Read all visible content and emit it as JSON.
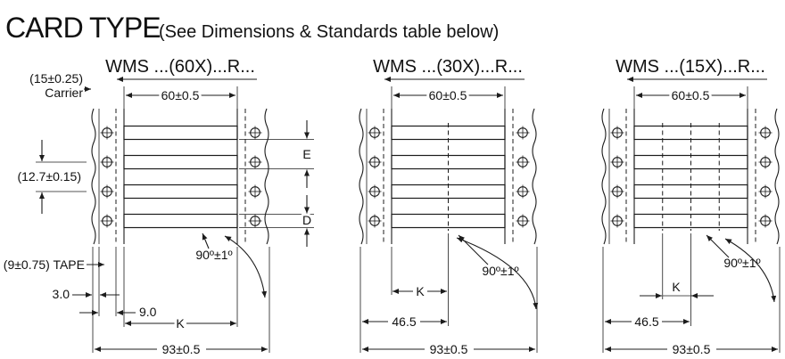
{
  "title": {
    "main": "CARD TYPE",
    "sub": "(See Dimensions & Standards table below)"
  },
  "labels": {
    "carrier_dim": "(15±0.25)",
    "carrier": "Carrier",
    "hole_pitch": "(12.7±0.15)",
    "tape": "(9±0.75) TAPE",
    "dim_3": "3.0",
    "dim_9": "9.0",
    "dim_e": "E",
    "dim_d": "D"
  },
  "panels": [
    {
      "header": "WMS ...(60X)...R...",
      "dim_top": "60±0.5",
      "dim_k": "K",
      "angle": "90º±1º",
      "dim_overall": "93±0.5"
    },
    {
      "header": "WMS ...(30X)...R...",
      "dim_top": "60±0.5",
      "dim_k": "K",
      "angle": "90º±1º",
      "dim_half": "46.5",
      "dim_overall": "93±0.5"
    },
    {
      "header": "WMS ...(15X)...R...",
      "dim_top": "60±0.5",
      "dim_k": "K",
      "angle": "90º±1º",
      "dim_half": "46.5",
      "dim_overall": "93±0.5"
    }
  ],
  "colors": {
    "ink": "#1c1c1c",
    "paper": "#ffffff"
  }
}
